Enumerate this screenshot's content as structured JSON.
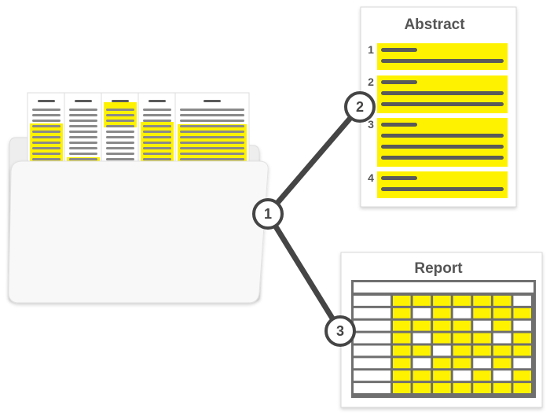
{
  "colors": {
    "highlight": "#fff200",
    "bar_dark": "#5a5a5a",
    "bar_light": "#8a8a8a",
    "connector": "#454545",
    "card_border": "#d9d9d9",
    "folder_fill": "#f7f7f7"
  },
  "folder": {
    "icon": "folder-icon",
    "documents": 5
  },
  "nodes": [
    "1",
    "2",
    "3"
  ],
  "abstract": {
    "title": "Abstract",
    "items": [
      {
        "number": "1",
        "lines": 2
      },
      {
        "number": "2",
        "lines": 3
      },
      {
        "number": "3",
        "lines": 4
      },
      {
        "number": "4",
        "lines": 2
      }
    ]
  },
  "report": {
    "title": "Report",
    "row_count": 8,
    "data_columns": 7,
    "highlighted_cells": [
      [
        1,
        1,
        1,
        1,
        1,
        1,
        0
      ],
      [
        1,
        0,
        1,
        0,
        1,
        1,
        1
      ],
      [
        1,
        1,
        1,
        1,
        0,
        1,
        0
      ],
      [
        1,
        0,
        1,
        1,
        1,
        0,
        1
      ],
      [
        1,
        1,
        0,
        1,
        1,
        1,
        1
      ],
      [
        1,
        0,
        1,
        1,
        0,
        1,
        0
      ],
      [
        1,
        1,
        1,
        0,
        1,
        0,
        1
      ],
      [
        1,
        1,
        1,
        1,
        1,
        1,
        1
      ]
    ]
  }
}
